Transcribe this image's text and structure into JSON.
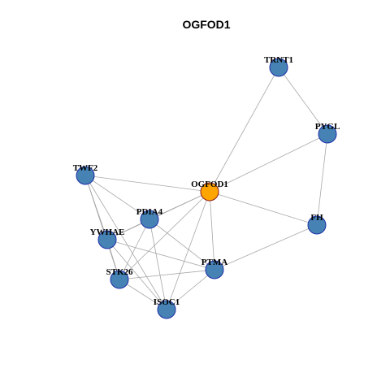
{
  "graph": {
    "title": "OGFOD1",
    "colors": {
      "node_default": "#4682b4",
      "node_focus": "#ffa500",
      "node_stroke": "#1c2fa8",
      "focus_stroke": "#8b1a1a",
      "edge": "#a8a8a8"
    },
    "nodes": [
      {
        "id": "TRNT1",
        "label": "TRNT1",
        "focus": false
      },
      {
        "id": "PYGL",
        "label": "PYGL",
        "focus": false
      },
      {
        "id": "OGFOD1",
        "label": "OGFOD1",
        "focus": true
      },
      {
        "id": "TWF2",
        "label": "TWF2",
        "focus": false
      },
      {
        "id": "PDIA4",
        "label": "PDIA4",
        "focus": false
      },
      {
        "id": "FH",
        "label": "FH",
        "focus": false
      },
      {
        "id": "YWHAE",
        "label": "YWHAE",
        "focus": false
      },
      {
        "id": "PTMA",
        "label": "PTMA",
        "focus": false
      },
      {
        "id": "STK26",
        "label": "STK26",
        "focus": false
      },
      {
        "id": "ISOC1",
        "label": "ISOC1",
        "focus": false
      }
    ],
    "edges": [
      [
        "TRNT1",
        "PYGL"
      ],
      [
        "TRNT1",
        "OGFOD1"
      ],
      [
        "PYGL",
        "OGFOD1"
      ],
      [
        "PYGL",
        "FH"
      ],
      [
        "OGFOD1",
        "TWF2"
      ],
      [
        "OGFOD1",
        "PDIA4"
      ],
      [
        "OGFOD1",
        "FH"
      ],
      [
        "OGFOD1",
        "YWHAE"
      ],
      [
        "OGFOD1",
        "PTMA"
      ],
      [
        "OGFOD1",
        "STK26"
      ],
      [
        "OGFOD1",
        "ISOC1"
      ],
      [
        "TWF2",
        "PDIA4"
      ],
      [
        "TWF2",
        "YWHAE"
      ],
      [
        "TWF2",
        "STK26"
      ],
      [
        "TWF2",
        "ISOC1"
      ],
      [
        "PDIA4",
        "YWHAE"
      ],
      [
        "PDIA4",
        "STK26"
      ],
      [
        "PDIA4",
        "PTMA"
      ],
      [
        "PDIA4",
        "ISOC1"
      ],
      [
        "YWHAE",
        "STK26"
      ],
      [
        "YWHAE",
        "PTMA"
      ],
      [
        "YWHAE",
        "ISOC1"
      ],
      [
        "STK26",
        "PTMA"
      ],
      [
        "STK26",
        "ISOC1"
      ],
      [
        "PTMA",
        "ISOC1"
      ],
      [
        "PTMA",
        "FH"
      ]
    ]
  }
}
